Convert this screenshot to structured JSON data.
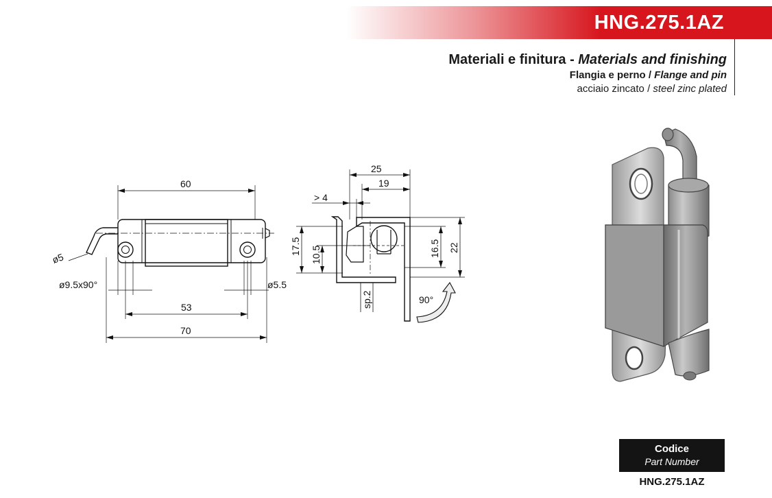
{
  "header": {
    "code": "HNG.275.1AZ"
  },
  "materials": {
    "title_it": "Materiali e finitura -",
    "title_en": "Materials and finishing",
    "part_it": "Flangia e perno /",
    "part_en": "Flange and pin",
    "finish_it": "acciaio zincato /",
    "finish_en": "steel zinc plated"
  },
  "dimensions": {
    "length_60": "60",
    "length_53": "53",
    "length_70": "70",
    "dia_5": "ø5",
    "countersink": "ø9.5x90°",
    "dia_5_5": "ø5.5",
    "width_25": "25",
    "width_19": "19",
    "gap_4": "> 4",
    "h_17_5": "17.5",
    "h_10_5": "10.5",
    "h_16_5": "16.5",
    "h_22": "22",
    "thickness": "sp.2",
    "angle": "90°"
  },
  "part_number": {
    "label_it": "Codice",
    "label_en": "Part Number",
    "value": "HNG.275.1AZ"
  }
}
